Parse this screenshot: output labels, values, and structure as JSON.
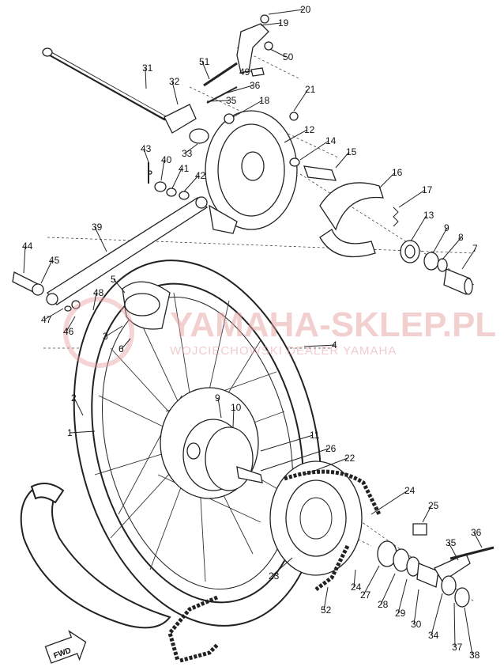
{
  "watermark": {
    "title": "YAMAHA-SKLEP.PL",
    "subtitle": "WOJCIECHOWSKI DEALER YAMAHA"
  },
  "direction_label": "FWD",
  "callouts": [
    {
      "id": "c20",
      "text": "20"
    },
    {
      "id": "c19",
      "text": "19"
    },
    {
      "id": "c50",
      "text": "50"
    },
    {
      "id": "c49",
      "text": "49"
    },
    {
      "id": "c51",
      "text": "51"
    },
    {
      "id": "c31",
      "text": "31"
    },
    {
      "id": "c32",
      "text": "32"
    },
    {
      "id": "c36",
      "text": "36"
    },
    {
      "id": "c35",
      "text": "35"
    },
    {
      "id": "c21",
      "text": "21"
    },
    {
      "id": "c18",
      "text": "18"
    },
    {
      "id": "c12",
      "text": "12"
    },
    {
      "id": "c14",
      "text": "14"
    },
    {
      "id": "c15",
      "text": "15"
    },
    {
      "id": "c33",
      "text": "33"
    },
    {
      "id": "c43",
      "text": "43"
    },
    {
      "id": "c40",
      "text": "40"
    },
    {
      "id": "c41",
      "text": "41"
    },
    {
      "id": "c42",
      "text": "42"
    },
    {
      "id": "c16",
      "text": "16"
    },
    {
      "id": "c17",
      "text": "17"
    },
    {
      "id": "c13",
      "text": "13"
    },
    {
      "id": "c9",
      "text": "9"
    },
    {
      "id": "c8",
      "text": "8"
    },
    {
      "id": "c7",
      "text": "7"
    },
    {
      "id": "c39",
      "text": "39"
    },
    {
      "id": "c44",
      "text": "44"
    },
    {
      "id": "c45",
      "text": "45"
    },
    {
      "id": "c5",
      "text": "5"
    },
    {
      "id": "c48",
      "text": "48"
    },
    {
      "id": "c47",
      "text": "47"
    },
    {
      "id": "c46",
      "text": "46"
    },
    {
      "id": "c3",
      "text": "3"
    },
    {
      "id": "c6",
      "text": "6"
    },
    {
      "id": "c4",
      "text": "4"
    },
    {
      "id": "c2",
      "text": "2"
    },
    {
      "id": "c1",
      "text": "1"
    },
    {
      "id": "c9b",
      "text": "9"
    },
    {
      "id": "c10",
      "text": "10"
    },
    {
      "id": "c11",
      "text": "11"
    },
    {
      "id": "c26",
      "text": "26"
    },
    {
      "id": "c22",
      "text": "22"
    },
    {
      "id": "c24",
      "text": "24"
    },
    {
      "id": "c25",
      "text": "25"
    },
    {
      "id": "c36b",
      "text": "36"
    },
    {
      "id": "c35b",
      "text": "35"
    },
    {
      "id": "c23",
      "text": "23"
    },
    {
      "id": "c24b",
      "text": "24"
    },
    {
      "id": "c27",
      "text": "27"
    },
    {
      "id": "c28",
      "text": "28"
    },
    {
      "id": "c29",
      "text": "29"
    },
    {
      "id": "c30",
      "text": "30"
    },
    {
      "id": "c34",
      "text": "34"
    },
    {
      "id": "c37",
      "text": "37"
    },
    {
      "id": "c38",
      "text": "38"
    },
    {
      "id": "c52",
      "text": "52"
    }
  ]
}
